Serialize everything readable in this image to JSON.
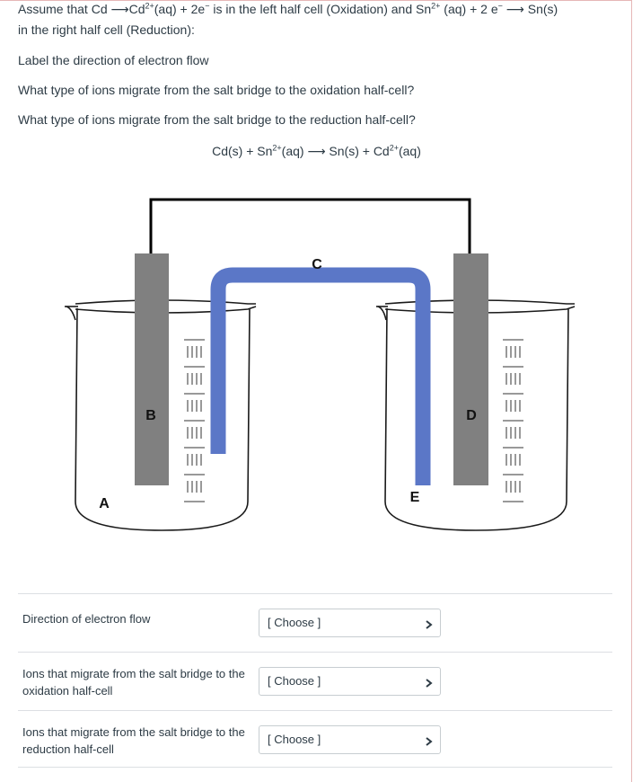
{
  "question": {
    "line1": {
      "part1": "Assume that Cd ",
      "arrow1": "⟶",
      "part2": "Cd",
      "sup1": "2+",
      "part3": "(aq) + 2e",
      "sup2": "−",
      "part4": " is in the left half cell (Oxidation) and Sn",
      "sup3": "2+",
      "part5": " (aq) + 2 e",
      "sup4": "−",
      "arrow2": " ⟶",
      "part6": " Sn(s)"
    },
    "line2": "in the right half cell (Reduction):",
    "label_instruction": "Label the direction of electron flow",
    "oxidation_question": "What type of ions migrate from the salt bridge to the oxidation half-cell?",
    "reduction_question": "What type of ions migrate from the salt bridge to the reduction half-cell?"
  },
  "equation": {
    "p1": "Cd(s) + Sn",
    "s1": "2+",
    "p2": "(aq) ⟶ Sn(s) + Cd",
    "s2": "2+",
    "p3": "(aq)"
  },
  "diagram_labels": {
    "a": "A",
    "b": "B",
    "c": "C",
    "d": "D",
    "e": "E"
  },
  "colors": {
    "salt_bridge": "#5b77c7",
    "electrode": "#808080",
    "wire": "#000000"
  },
  "answers": [
    {
      "label": "Direction of electron flow",
      "selected": "[ Choose ]"
    },
    {
      "label": "Ions that migrate from the salt bridge to the oxidation half-cell",
      "selected": "[ Choose ]"
    },
    {
      "label": "Ions that migrate from the salt bridge to the reduction half-cell",
      "selected": "[ Choose ]"
    }
  ],
  "select_chevron_icon": "chevron-down-icon"
}
